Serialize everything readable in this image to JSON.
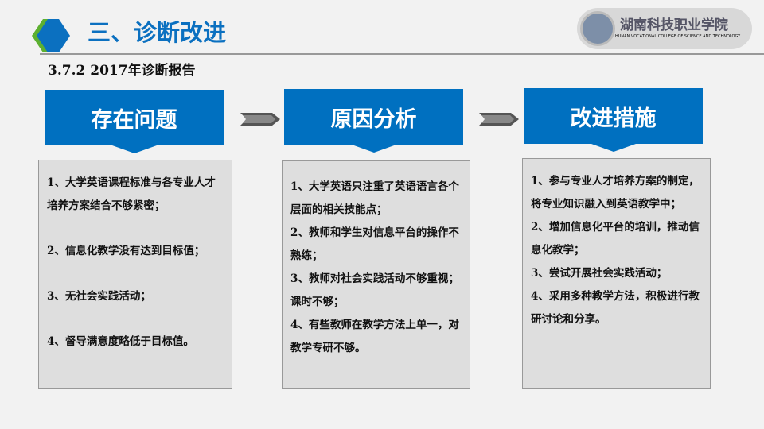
{
  "header": {
    "title": "三、诊断改进",
    "logo_name": "湖南科技职业学院",
    "logo_english": "HUNAN VOCATIONAL COLLEGE OF SCIENCE AND TECHNOLOGY"
  },
  "subtitle": "3.7.2 2017年诊断报告",
  "colors": {
    "blue": "#0070c0",
    "green": "#5db030",
    "box": "#dedede"
  },
  "columns": [
    {
      "heading": "存在问题",
      "items": [
        "1、大学英语课程标准与各专业人才培养方案结合不够紧密；",
        "2、信息化教学没有达到目标值；",
        "3、无社会实践活动；",
        "4、督导满意度略低于目标值。"
      ]
    },
    {
      "heading": "原因分析",
      "items": [
        "1、大学英语只注重了英语语言各个层面的相关技能点；",
        "2、教师和学生对信息平台的操作不熟练；",
        "3、教师对社会实践活动不够重视；课时不够；",
        "4、有些教师在教学方法上单一，对教学专研不够。"
      ]
    },
    {
      "heading": "改进措施",
      "items": [
        "1、参与专业人才培养方案的制定，将专业知识融入到英语教学中；",
        "2、增加信息化平台的培训，推动信息化教学；",
        "3、尝试开展社会实践活动；",
        "4、采用多种教学方法，积极进行教研讨论和分享。"
      ]
    }
  ]
}
